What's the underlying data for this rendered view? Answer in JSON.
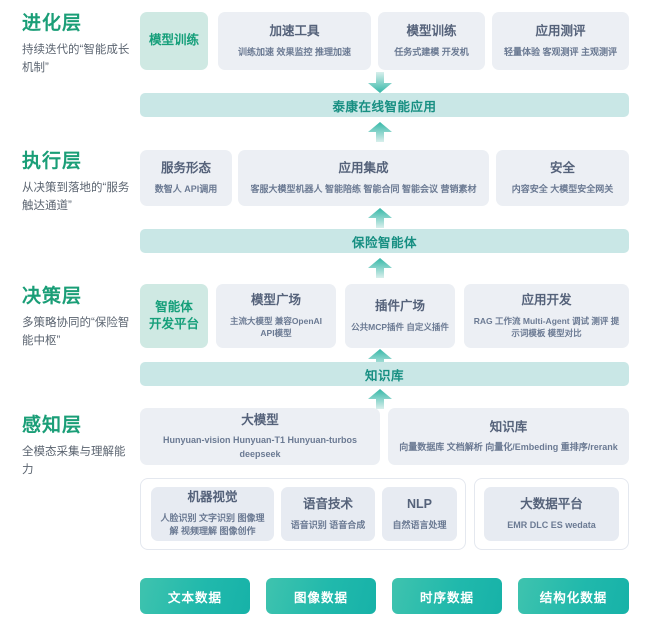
{
  "layers": [
    {
      "title": "进化层",
      "subtitle": "持续迭代的“智能成长机制”",
      "accent_card": {
        "title": "模型训练"
      },
      "cards": [
        {
          "title": "加速工具",
          "sub": "训练加速 效果监控 推理加速"
        },
        {
          "title": "模型训练",
          "sub": "任务式建模 开发机"
        },
        {
          "title": "应用测评",
          "sub": "轻量体验 客观测评 主观测评"
        }
      ],
      "banner": "泰康在线智能应用"
    },
    {
      "title": "执行层",
      "subtitle": "从决策到落地的“服务触达通道”",
      "cards": [
        {
          "title": "服务形态",
          "sub": "数智人 API调用"
        },
        {
          "title": "应用集成",
          "sub": "客服大模型机器人 智能陪练 智能合同 智能会议 营销素材"
        },
        {
          "title": "安全",
          "sub": "内容安全 大模型安全网关"
        }
      ],
      "banner": "保险智能体"
    },
    {
      "title": "决策层",
      "subtitle": "多策略协同的“保险智能中枢”",
      "accent_card": {
        "title": "智能体\n开发平台"
      },
      "cards": [
        {
          "title": "模型广场",
          "sub": "主流大模型    兼容OpenAI API模型"
        },
        {
          "title": "插件广场",
          "sub": "公共MCP插件 自定义插件"
        },
        {
          "title": "应用开发",
          "sub": "RAG 工作流 Multi-Agent 调试 测评 提示词模板 模型对比"
        }
      ],
      "banner": "知识库"
    },
    {
      "title": "感知层",
      "subtitle": "全模态采集与理解能力",
      "cards": [
        {
          "title": "大模型",
          "sub": "Hunyuan-vision Hunyuan-T1 Hunyuan-turbos deepseek"
        },
        {
          "title": "知识库",
          "sub": "向量数据库 文档解析 向量化/Embeding 重排序/rerank"
        }
      ],
      "inner_cards_left": [
        {
          "title": "机器视觉",
          "sub": "人脸识别 文字识别 图像理解 视频理解 图像创作"
        },
        {
          "title": "语音技术",
          "sub": "语音识别 语音合成"
        },
        {
          "title": "NLP",
          "sub": "自然语言处理"
        }
      ],
      "inner_cards_right": [
        {
          "title": "大数据平台",
          "sub": "EMR DLC ES wedata"
        }
      ]
    }
  ],
  "data_chips": [
    {
      "label": "文本数据"
    },
    {
      "label": "图像数据"
    },
    {
      "label": "时序数据"
    },
    {
      "label": "结构化数据"
    }
  ],
  "arrows": [
    {
      "name": "arrow-down-evolution-to-app",
      "direction": "down"
    },
    {
      "name": "arrow-up-execution-to-app",
      "direction": "up"
    },
    {
      "name": "arrow-up-decision-to-agent",
      "direction": "up"
    },
    {
      "name": "arrow-up-kb-to-decision",
      "direction": "up"
    },
    {
      "name": "arrow-up-perception-to-kb",
      "direction": "up"
    }
  ],
  "colors": {
    "accent_green": "#1a9e77",
    "banner_teal": "#c9e7e6",
    "card_grey": "#eceff4",
    "chip_gradient_start": "#3fc3ae",
    "chip_gradient_end": "#17b2a8"
  }
}
